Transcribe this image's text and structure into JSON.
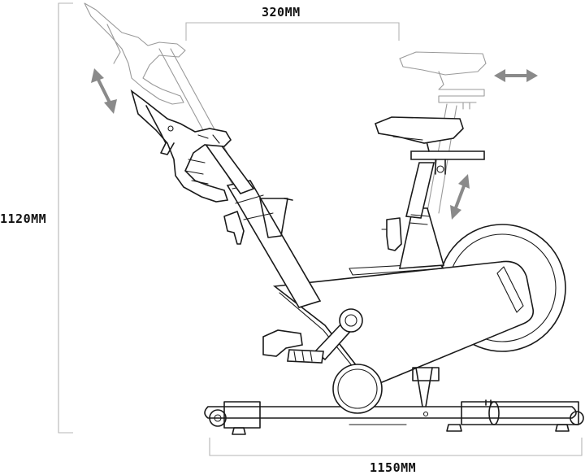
{
  "dimensions": {
    "width_label": "320MM",
    "height_label": "1120MM",
    "length_label": "1150MM"
  },
  "colors": {
    "line": "#1a1a1a",
    "ghost": "#9a9a9a",
    "dimension": "#b5b5b5",
    "arrow": "#8a8a8a"
  }
}
